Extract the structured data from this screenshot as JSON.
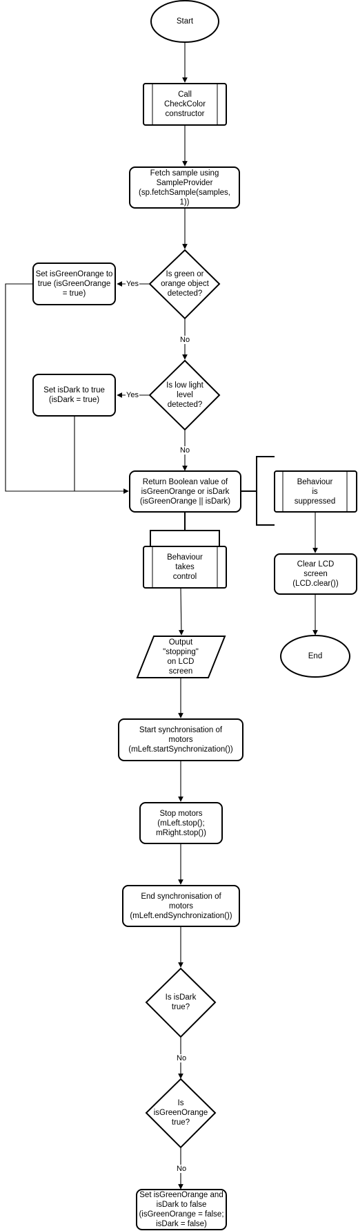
{
  "nodes": {
    "start": "Start",
    "call_constructor": "Call\nCheckColor\nconstructor",
    "fetch_sample": "Fetch sample using\nSampleProvider\n(sp.fetchSample(samples,\n1))",
    "decision_green_orange": "Is green or\norange object\ndetected?",
    "set_green_orange": "Set isGreenOrange to\ntrue (isGreenOrange\n= true)",
    "decision_low_light": "Is low light\nlevel\ndetected?",
    "set_dark": "Set isDark to true\n(isDark = true)",
    "return_boolean": "Return Boolean value of\nisGreenOrange or isDark\n(isGreenOrange || isDark)",
    "behaviour_suppressed": "Behaviour\nis\nsuppressed",
    "clear_lcd": "Clear LCD\nscreen\n(LCD.clear())",
    "end": "End",
    "behaviour_takes_control": "Behaviour\ntakes\ncontrol",
    "output_stopping": "Output\n\"stopping\"\non LCD\nscreen",
    "start_sync": "Start synchronisation of\nmotors\n(mLeft.startSynchronization())",
    "stop_motors": "Stop motors\n(mLeft.stop();\nmRight.stop())",
    "end_sync": "End synchronisation of\nmotors\n(mLeft.endSynchronization())",
    "decision_is_dark": "Is isDark\ntrue?",
    "decision_is_green_orange": "Is\nisGreenOrange\ntrue?",
    "reset_flags": "Set isGreenOrange and\nisDark to false\n(isGreenOrange = false;\nisDark = false)"
  },
  "edge_labels": {
    "yes_1": "Yes",
    "no_1": "No",
    "yes_2": "Yes",
    "no_2": "No",
    "no_3": "No",
    "no_4": "No"
  }
}
